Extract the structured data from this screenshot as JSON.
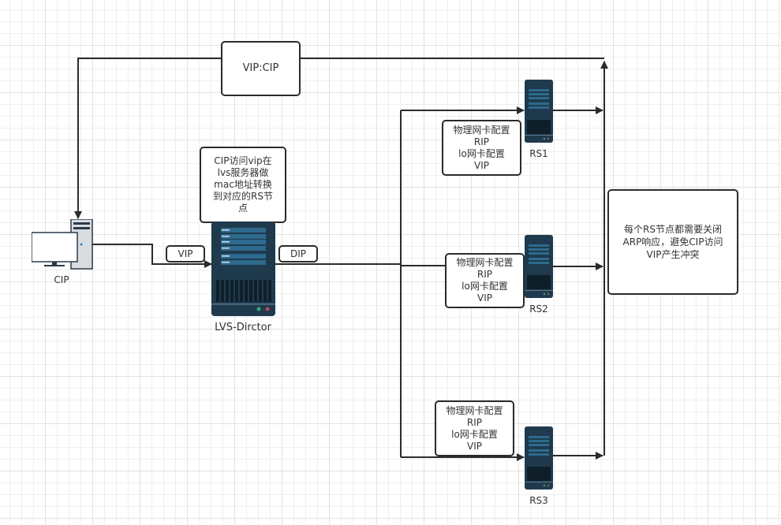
{
  "diagram": {
    "title_box": "VIP:CIP",
    "client": {
      "label": "CIP"
    },
    "director": {
      "label": "LVS-Dirctor",
      "note": "CIP访问vip在\nlvs服务器做\nmac地址转换\n到对应的RS节\n点",
      "in_tag": "VIP",
      "out_tag": "DIP"
    },
    "real_servers": [
      {
        "label": "RS1",
        "note": "物理网卡配置\nRIP\nlo网卡配置\nVIP"
      },
      {
        "label": "RS2",
        "note": "物理网卡配置\nRIP\nlo网卡配置\nVIP"
      },
      {
        "label": "RS3",
        "note": "物理网卡配置\nRIP\nlo网卡配置\nVIP"
      }
    ],
    "arp_note": "每个RS节点都需要关闭\nARP响应，避免CIP访问\nVIP产生冲突",
    "colors": {
      "line": "#2b2b2b",
      "server_body": "#1f3a4d",
      "server_slot": "#2e6a8e",
      "led_green": "#3aa17e",
      "led_red": "#c0455a"
    }
  }
}
